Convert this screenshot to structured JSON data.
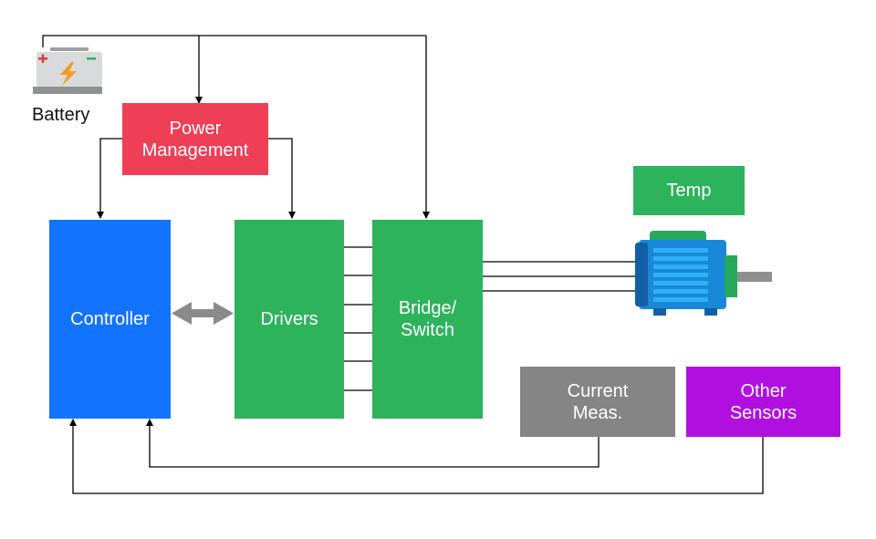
{
  "colors": {
    "power_management": "#EE3F56",
    "controller": "#1273FF",
    "drivers": "#2DB35C",
    "bridge": "#2DB35C",
    "temp": "#2DB35C",
    "current_meas": "#858585",
    "other_sensors": "#B10FE0",
    "connector": "#000000",
    "bidirectional_arrow": "#8A8A8A",
    "motor_body": "#1A88D8",
    "motor_top": "#26A95C"
  },
  "icons": {
    "battery": "battery-icon",
    "motor": "motor-icon"
  },
  "labels": {
    "battery": "Battery",
    "power_management": "Power\nManagement",
    "controller": "Controller",
    "drivers": "Drivers",
    "bridge": "Bridge/\nSwitch",
    "temp": "Temp",
    "current_meas": "Current\nMeas.",
    "other_sensors": "Other\nSensors"
  }
}
